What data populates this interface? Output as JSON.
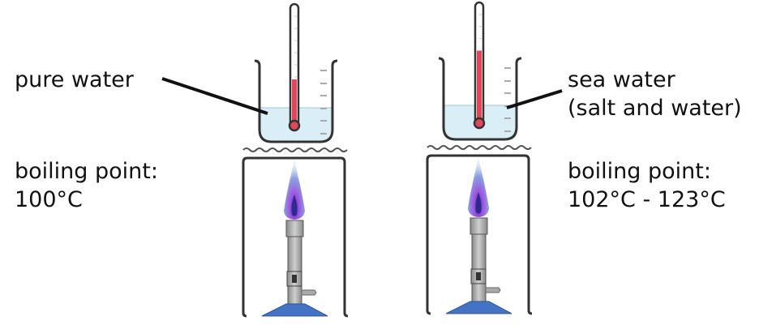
{
  "left": {
    "label": "pure water",
    "bp_title": "boiling point:",
    "bp_value": "100°C",
    "thermo_level_fraction": 0.38
  },
  "right": {
    "label_line1": "sea water",
    "label_line2": "(salt and water)",
    "bp_title": "boiling point:",
    "bp_value": "102°C - 123°C",
    "thermo_level_fraction": 0.6
  },
  "colors": {
    "water": "#d9eef6",
    "mercury": "#e0475a",
    "burner_base": "#4472c4",
    "outline": "#333333"
  }
}
